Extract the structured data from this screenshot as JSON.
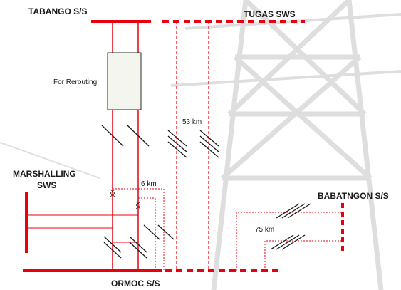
{
  "diagram": {
    "colors": {
      "line_red": "#e8000e",
      "text": "#1a1a1a",
      "background_tower": "#b9b9b9"
    },
    "labels": {
      "tabango": "TABANGO S/S",
      "tugas": "TUGAS SWS",
      "for_rerouting": "For Rerouting",
      "distance_53": "53 km",
      "marshalling_line1": "MARSHALLING",
      "marshalling_line2": "SWS",
      "distance_6": "6 km",
      "babatngon": "BABATNGON S/S",
      "distance_75": "75 km",
      "ormoc": "ORMOC S/S"
    }
  }
}
